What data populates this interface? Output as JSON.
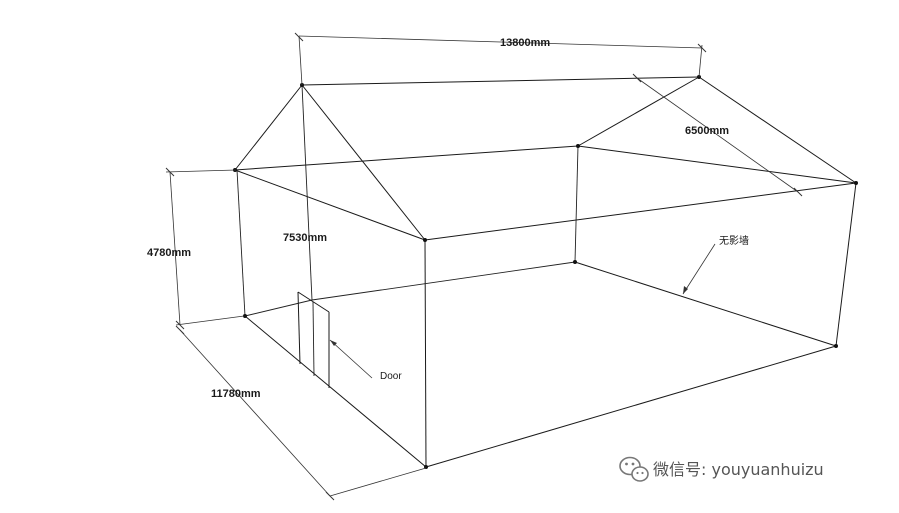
{
  "dimensions": {
    "length": "13800mm",
    "rafter": "6500mm",
    "eave_height": "4780mm",
    "ridge_height": "7530mm",
    "width": "11780mm"
  },
  "annotations": {
    "door": "Door",
    "wall_label": "无影墙"
  },
  "watermark": {
    "text": "微信号: youyuanhuizu",
    "icon": "wechat-icon"
  }
}
